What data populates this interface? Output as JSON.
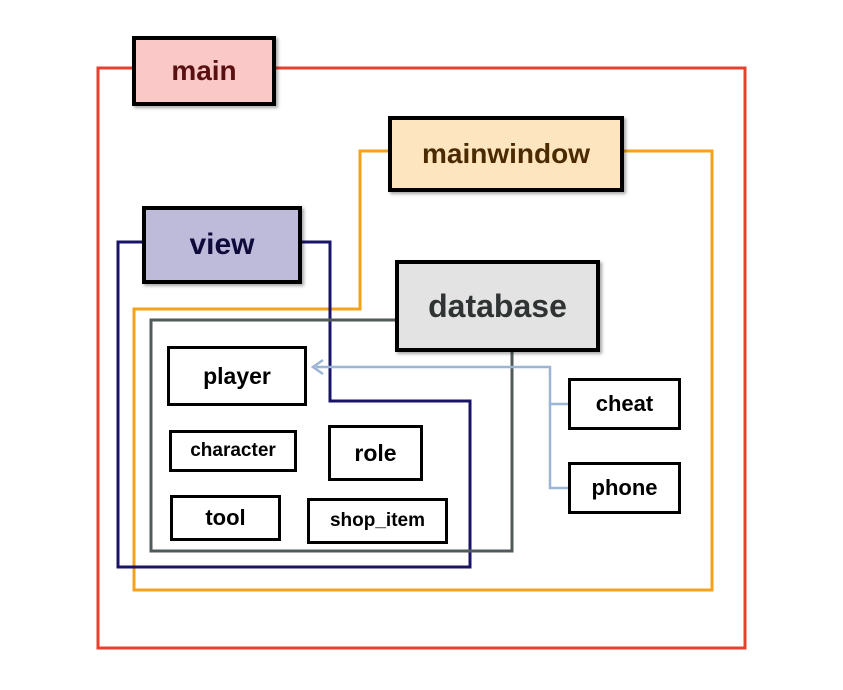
{
  "colors": {
    "main": "#e8402f",
    "mainwindow": "#f4a21b",
    "view": "#1a1466",
    "database": "#515a5a",
    "connector": "#9bb5d5",
    "main_fill": "#fbc8c8",
    "mainwindow_fill": "#fde5bf",
    "view_fill": "#bdbada",
    "database_fill": "#e3e3e3"
  },
  "labels": {
    "main": "main",
    "mainwindow": "mainwindow",
    "view": "view",
    "database": "database",
    "player": "player",
    "character": "character",
    "role": "role",
    "tool": "tool",
    "shop_item": "shop_item",
    "cheat": "cheat",
    "phone": "phone"
  }
}
